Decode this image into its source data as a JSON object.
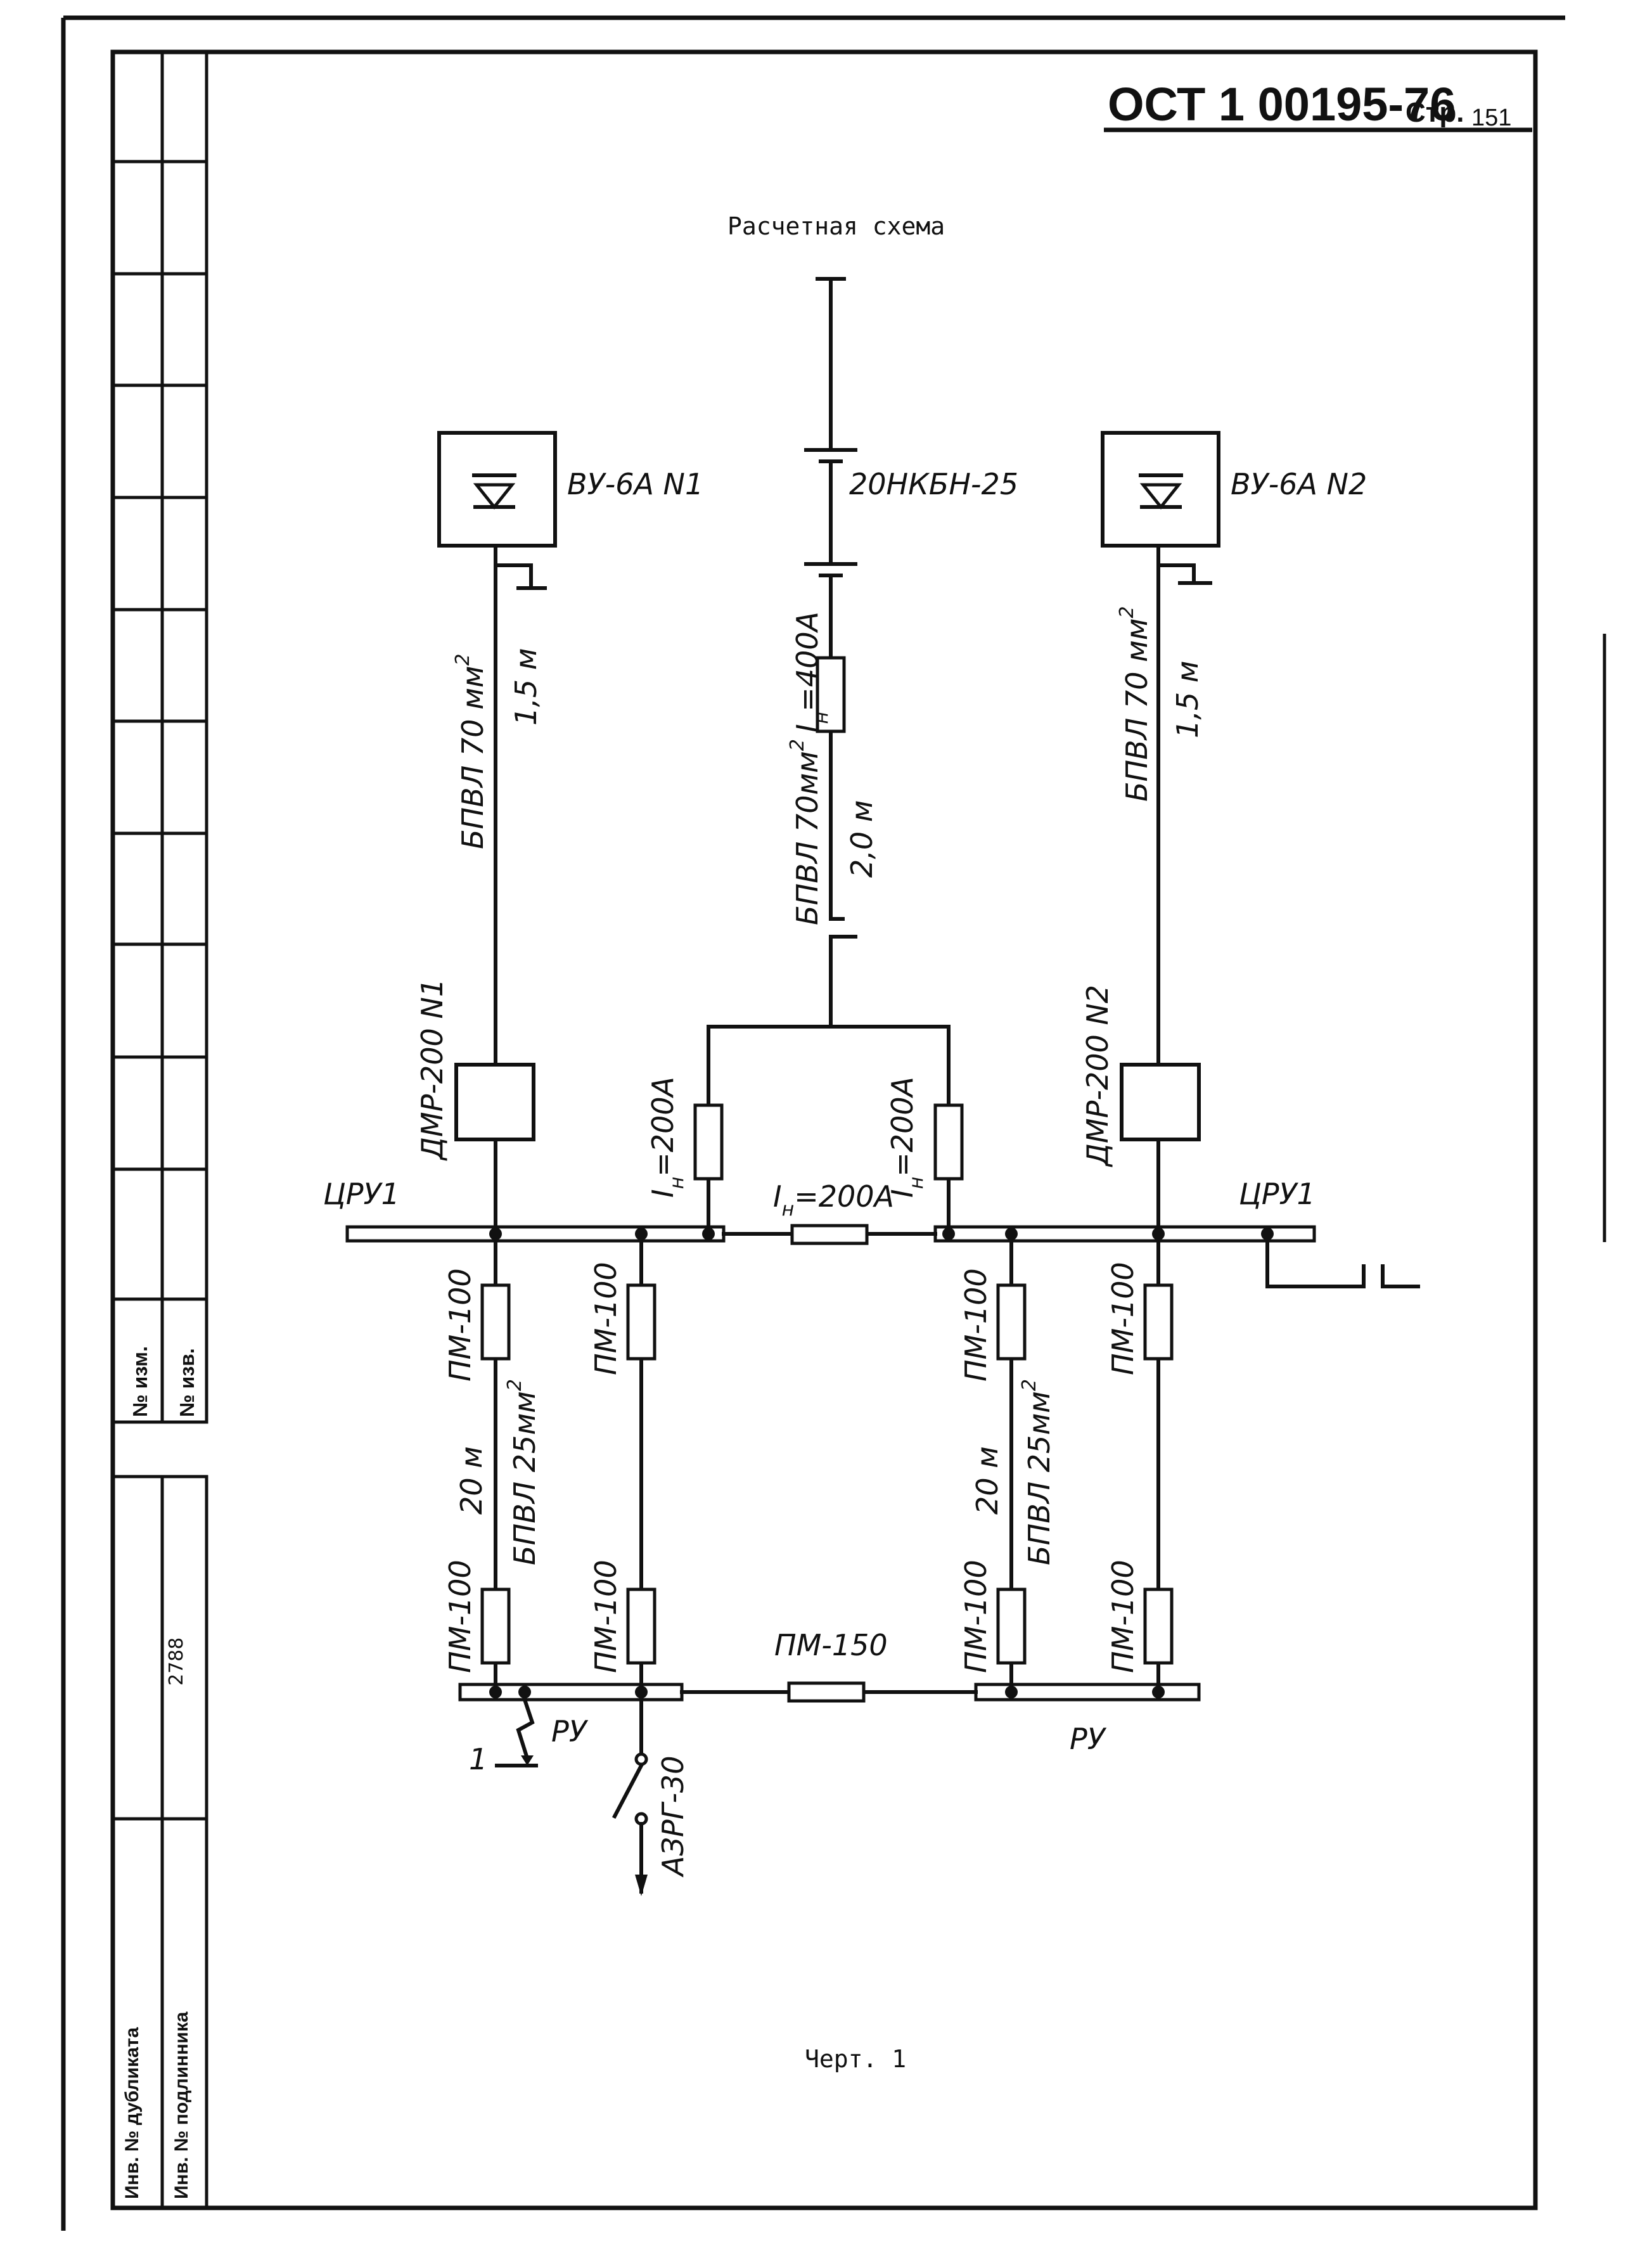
{
  "header": {
    "code": "ОСТ 1 00195-76",
    "page_prefix": "Стр.",
    "page_number": "151"
  },
  "title": "Расчетная схема",
  "caption": "Черт. 1",
  "side_panel": {
    "no_izm": "№ изм.",
    "no_izv": "№ изв.",
    "inv_number": "2788",
    "inv_dublikata": "Инв. № дубликата",
    "inv_podlinnika": "Инв. № подлинника"
  },
  "diagram": {
    "rectifier_1": "ВУ-6А N1",
    "rectifier_2": "ВУ-6А N2",
    "battery": "20НКБН-25",
    "cable_left_top": "БПВЛ 70 мм",
    "cable_left_len": "1,5 м",
    "cable_right_top": "БПВЛ 70 мм",
    "cable_right_len": "1,5 м",
    "cable_center": "БПВЛ 70мм",
    "center_fuse_rating": "I",
    "center_fuse_sub": "н",
    "center_fuse_value": "=400А",
    "cable_center_len": "2,0 м",
    "dmr_1": "ДМР-200 N1",
    "dmr_2": "ДМР-200 N2",
    "fuse_200_left": "=200А",
    "fuse_200_right": "=200А",
    "fuse_200_mid": "=200А",
    "fuse_I": "I",
    "fuse_n": "н",
    "bus_label_left": "ЦРУ1",
    "bus_label_right": "ЦРУ1",
    "pm100": "ПМ-100",
    "pm150": "ПМ-150",
    "cable_lower": "БПВЛ 25мм",
    "cable_lower_len": "20 м",
    "ru_left": "РУ",
    "ru_right": "РУ",
    "fault_point": "1",
    "breaker": "АЗРГ-30",
    "sq": "2"
  }
}
